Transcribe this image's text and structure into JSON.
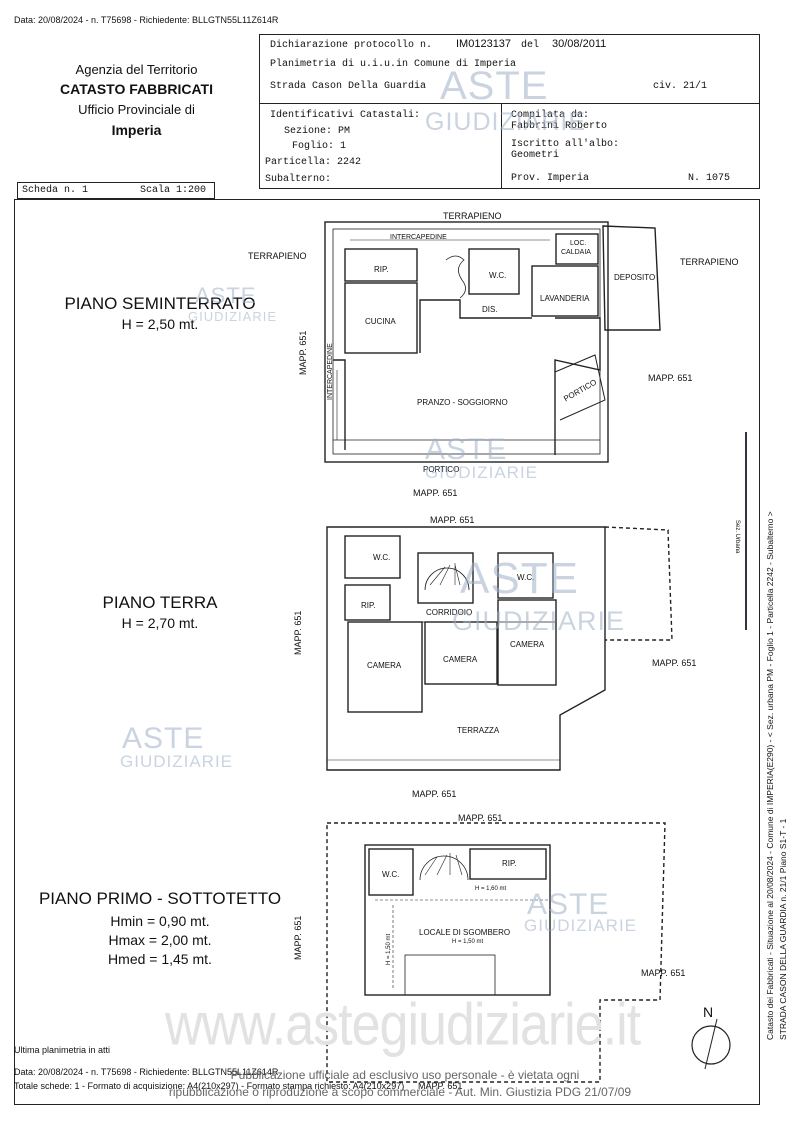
{
  "header_line": "Data: 20/08/2024 - n. T75698 - Richiedente: BLLGTN55L11Z614R",
  "agency": {
    "line1": "Agenzia del Territorio",
    "line2": "CATASTO FABBRICATI",
    "line3": "Ufficio Provinciale di",
    "line4": "Imperia"
  },
  "declaration": {
    "label": "Dichiarazione protocollo n.",
    "number": "IM0123137",
    "del_label": "del",
    "date": "30/08/2011",
    "planimetria": "Planimetria di u.i.u.in Comune di Imperia",
    "street": "Strada Cason Della Guardia",
    "civ": "civ. 21/1"
  },
  "identifiers": {
    "title": "Identificativi Catastali:",
    "sezione": "Sezione: PM",
    "foglio": "Foglio: 1",
    "particella": "Particella: 2242",
    "subalterno": "Subalterno:"
  },
  "compiler": {
    "compilata": "Compilata da:",
    "name": "Fabbrini Roberto",
    "iscritto": "Iscritto all'albo:",
    "albo": "Geometri",
    "prov": "Prov. Imperia",
    "n": "N.  1075"
  },
  "scheda": "Scheda n. 1",
  "scala": "Scala 1:200",
  "floors": {
    "seminterrato": {
      "title": "PIANO SEMINTERRATO",
      "height": "H = 2,50 mt."
    },
    "terra": {
      "title": "PIANO TERRA",
      "height": "H = 2,70 mt."
    },
    "primo": {
      "title": "PIANO PRIMO - SOTTOTETTO",
      "hmin": "Hmin = 0,90 mt.",
      "hmax": "Hmax = 2,00 mt.",
      "hmed": "Hmed = 1,45 mt."
    }
  },
  "labels": {
    "terrapieno": "TERRAPIENO",
    "intercapedine": "INTERCAPEDINE",
    "loc": "LOC.",
    "caldaia": "CALDAIA",
    "rip": "RIP.",
    "wc": "W.C.",
    "deposito": "DEPOSITO",
    "dis": "DIS.",
    "lavanderia": "LAVANDERIA",
    "cucina": "CUCINA",
    "portico": "PORTICO",
    "pranzo": "PRANZO - SOGGIORNO",
    "mapp": "MAPP. 651",
    "corridoio": "CORRIDOIO",
    "camera": "CAMERA",
    "terrazza": "TERRAZZA",
    "locale": "LOCALE DI SGOMBERO",
    "h150": "H = 1,50 mt",
    "h160": "H = 1,60 mt",
    "h150b": "H = 1,50 mt",
    "north": "N",
    "sezione_bar": "Sez. Urbana"
  },
  "side_text": {
    "line1": "Catasto dei Fabbricati - Situazione al 20/08/2024 - Comune di IMPERIA(E290) - < Sez. urbana PM - Foglio 1 - Particella 2242 - Subalterno >",
    "line2": "STRADA CASON DELLA GUARDIA n. 21/1 Piano S1-T - 1"
  },
  "watermark": {
    "aste": "ASTE",
    "giudiziarie": "GIUDIZIARIE",
    "url": "www.astegiudiziarie.it"
  },
  "footer": {
    "ultima": "Ultima planimetria in atti",
    "data": "Data: 20/08/2024 - n. T75698 - Richiedente: BLLGTN55L11Z614R",
    "totale": "Totale schede: 1 - Formato di acquisizione: A4(210x297) - Formato stampa richiesto: A4(210x297)",
    "pub1": "Pubblicazione ufficiale ad esclusivo uso personale - è vietata ogni",
    "pub2": "ripubblicazione o riproduzione a scopo commerciale - Aut. Min. Giustizia PDG 21/07/09"
  }
}
